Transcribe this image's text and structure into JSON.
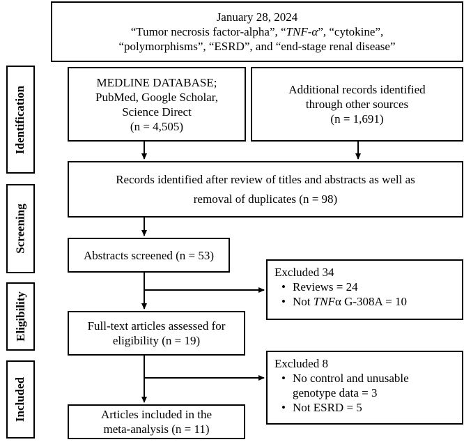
{
  "search_box": {
    "date": "January 28, 2024",
    "terms_line1_a": "“Tumor necrosis factor-alpha”, “",
    "terms_line1_b": "TNF-α",
    "terms_line1_c": "”, “cytokine”,",
    "terms_line2": "“polymorphisms”, “ESRD”, and “end-stage renal disease”"
  },
  "stages": {
    "identification": "Identification",
    "screening": "Screening",
    "eligibility": "Eligibility",
    "included": "Included"
  },
  "db_box": {
    "line1": "MEDLINE DATABASE;",
    "line2": "PubMed, Google Scholar,",
    "line3": "Science Direct",
    "count": "(n = 4,505)"
  },
  "other_box": {
    "line1": "Additional records identified",
    "line2": "through other sources",
    "count": "(n = 1,691)"
  },
  "records_box": {
    "line1": "Records identified  after review of titles and abstracts as well as",
    "line2": "removal of duplicates  (n = 98)"
  },
  "abstracts_box": {
    "text": "Abstracts screened (n = 53)"
  },
  "excluded1": {
    "title": "Excluded 34",
    "item1": "Reviews = 24",
    "item2_a": "Not ",
    "item2_b": "TNF",
    "item2_c": "α G-308A  = 10"
  },
  "fulltext_box": {
    "line1": "Full-text articles assessed for",
    "line2": "eligibility  (n = 19)"
  },
  "excluded2": {
    "title": "Excluded 8",
    "item1_line1": "No control and unusable",
    "item1_line2": "genotype data = 3",
    "item2": "Not ESRD = 5"
  },
  "included_box": {
    "line1": "Articles included  in the",
    "line2": "meta-analysis  (n = 11)"
  }
}
